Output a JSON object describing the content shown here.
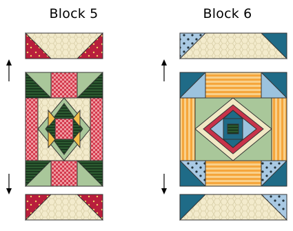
{
  "blocks": [
    {
      "title": "Block 5",
      "colors": {
        "corner": "#b81e3c",
        "field": "#f1e8c4",
        "check_a": "#d43a4e",
        "check_b": "#ef9aa0",
        "dark": "#1f3a22",
        "sage": "#a9c79a",
        "gold": "#f3bf4a"
      }
    },
    {
      "title": "Block 6",
      "colors": {
        "corner": "#1f6b87",
        "field": "#f1e8c4",
        "check_a": "#f7b24a",
        "check_b": "#f9d08a",
        "dark": "#1f6b87",
        "sage": "#a9c79a",
        "accent": "#c8334a",
        "lightblue": "#9cc3de"
      }
    }
  ],
  "arrows": [
    "up",
    "down"
  ]
}
